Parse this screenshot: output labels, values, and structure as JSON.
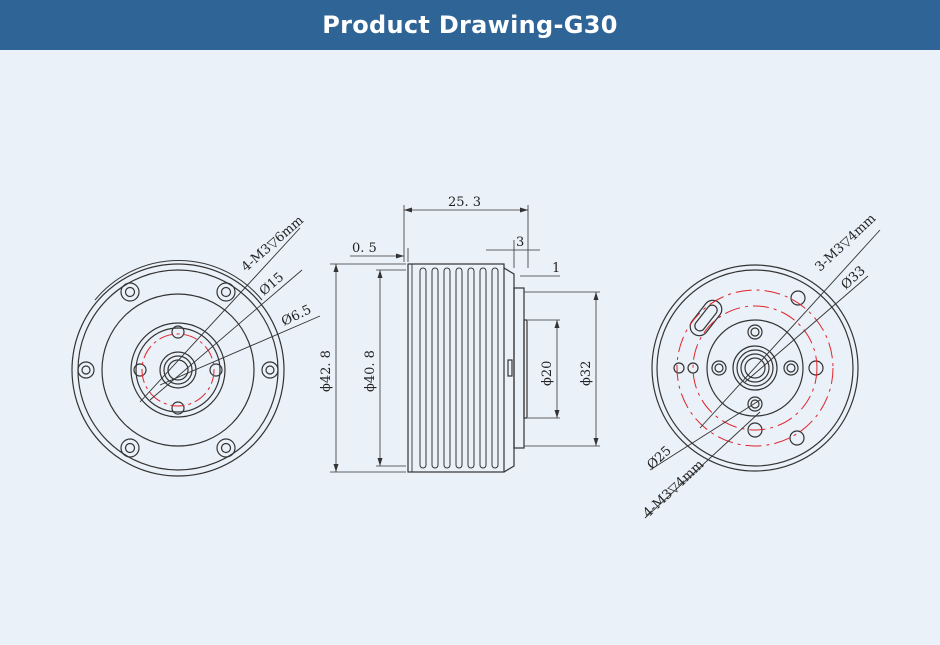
{
  "header": {
    "title": "Product Drawing-G30"
  },
  "front_view": {
    "labels": {
      "bolt_holes": "4-M3▽6mm",
      "pcd": "Ø15",
      "bore": "Ø6.5"
    }
  },
  "side_view": {
    "labels": {
      "length": "25. 3",
      "flange": "0. 5",
      "step": "3",
      "shaft": "1",
      "od_outer": "ϕ42. 8",
      "od_inner": "ϕ40. 8",
      "boss_small": "ϕ20",
      "boss_large": "ϕ32"
    }
  },
  "rear_view": {
    "labels": {
      "outer_holes": "3-M3▽4mm",
      "outer_pcd": "Ø33",
      "inner_pcd": "Ø25",
      "inner_holes": "4-M3▽4mm"
    }
  },
  "colors": {
    "header": "#2f6497",
    "background": "#ebf1f8",
    "line": "#333333",
    "center_line": "#e0242a"
  }
}
